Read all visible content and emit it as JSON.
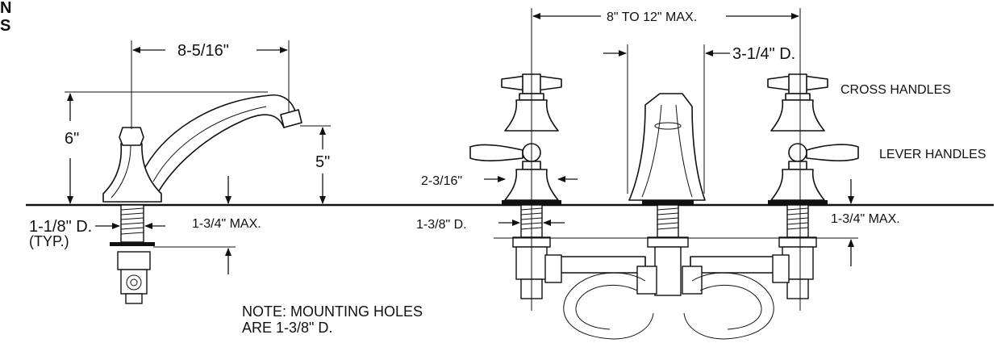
{
  "header": {
    "line1": "N",
    "line2": "S"
  },
  "spout_dims": {
    "reach": "8-5/16\"",
    "height": "6\"",
    "outlet_height": "5\"",
    "shank_dia": "1-1/8\" D.",
    "typ": "(TYP.)",
    "max_thickness": "1-3/4\" MAX."
  },
  "widespread_dims": {
    "spread": "8\" TO 12\" MAX.",
    "spout_dia": "3-1/4\" D.",
    "cross_handles": "CROSS HANDLES",
    "lever_handles": "LEVER HANDLES",
    "escutcheon": "2-3/16\"",
    "shank_dia": "1-3/8\" D.",
    "max_thickness": "1-3/4\" MAX."
  },
  "note": {
    "line1": "NOTE: MOUNTING HOLES",
    "line2": "ARE 1-3/8\" D."
  }
}
